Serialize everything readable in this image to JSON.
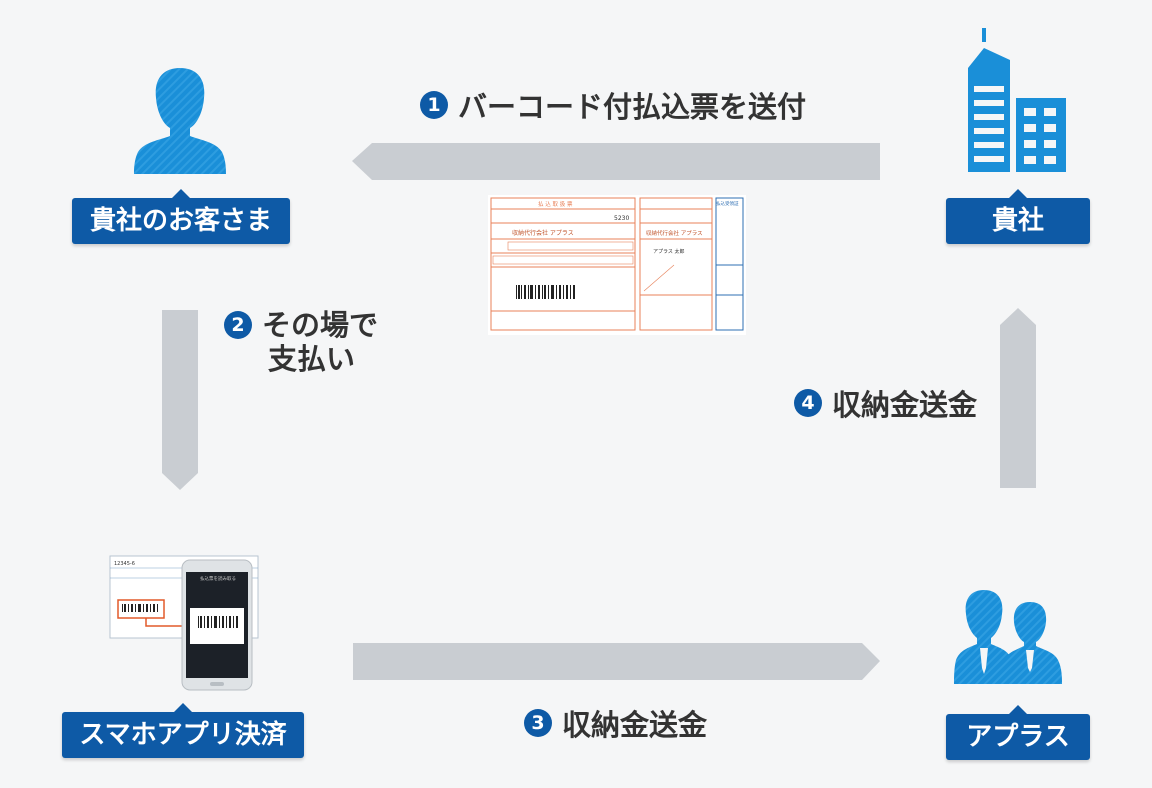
{
  "nodes": {
    "customer": "貴社のお客さま",
    "company": "貴社",
    "app_payment": "スマホアプリ決済",
    "aplus": "アプラス"
  },
  "steps": {
    "s1": {
      "num": "1",
      "label": "バーコード付払込票を送付"
    },
    "s2": {
      "num": "2",
      "line1": "その場で",
      "line2": "支払い"
    },
    "s3": {
      "num": "3",
      "label": "収納金送金"
    },
    "s4": {
      "num": "4",
      "label": "収納金送金"
    }
  },
  "colors": {
    "accent": "#0e5aa6",
    "icon": "#1a8fd8",
    "arrow": "#c9cdd2",
    "slip_line": "#e8825a"
  },
  "icons": [
    "person-icon",
    "building-icon",
    "payment-slip-image",
    "smartphone-scan-image",
    "people-icon"
  ],
  "slip": {
    "title": "払 込 取 扱 票",
    "payee": "収納代行会社 アプラス",
    "payee2": "アプラス 太郎",
    "amount": "5230",
    "receipt_title": "払込受領証",
    "phone_header": "払込票を読み取る"
  }
}
